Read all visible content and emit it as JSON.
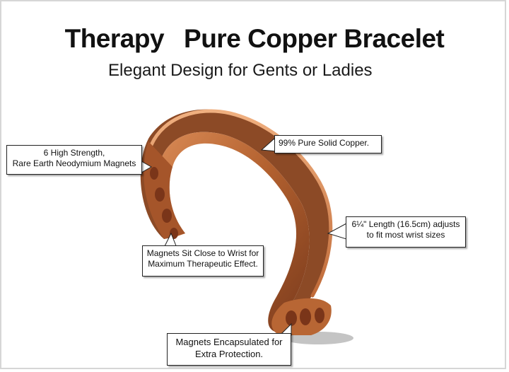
{
  "title_part1": "Therapy",
  "title_part2": "Pure Copper Bracelet",
  "subtitle": "Elegant Design for Gents or Ladies",
  "colors": {
    "copper_dark": "#7a3a1c",
    "copper_mid": "#b3612f",
    "copper_light": "#e39a67",
    "magnet": "#8a4224",
    "callout_border": "#222222"
  },
  "callouts": {
    "magnets_count": [
      "6 High Strength,",
      "Rare Earth Neodymium Magnets"
    ],
    "purity": [
      "99% Pure Solid Copper."
    ],
    "length": [
      "6¼\" Length (16.5cm) adjusts",
      "to fit most wrist sizes"
    ],
    "wrist": [
      "Magnets Sit Close to Wrist for",
      "Maximum Therapeutic Effect."
    ],
    "encapsulated": [
      "Magnets Encapsulated for",
      "Extra Protection."
    ]
  }
}
